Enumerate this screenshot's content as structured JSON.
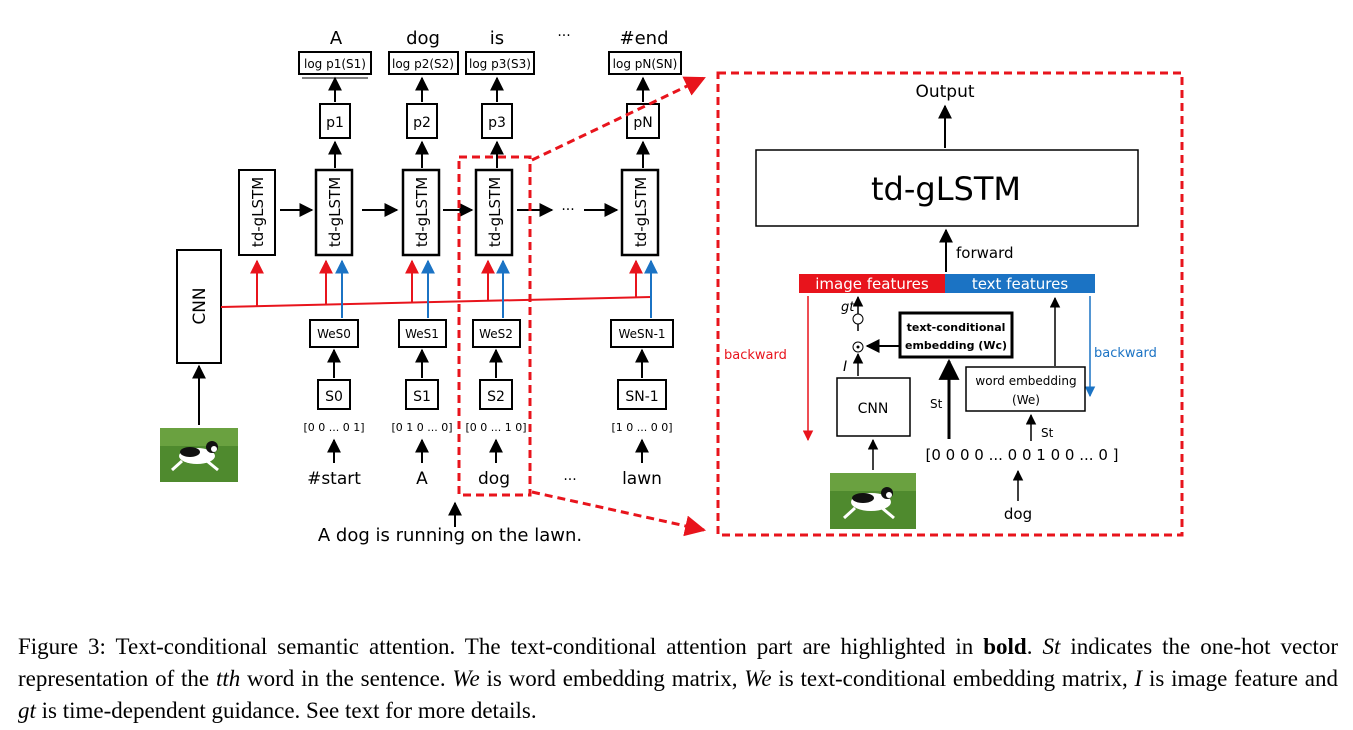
{
  "left": {
    "cnn_label": "CNN",
    "lstm_label": "td-gLSTM",
    "top_words": [
      "A",
      "dog",
      "is",
      "#end"
    ],
    "ellipsis": "···",
    "log_labels": [
      "log p1(S1)",
      "log p2(S2)",
      "log p3(S3)",
      "log pN(SN)"
    ],
    "p_labels": [
      "p1",
      "p2",
      "p3",
      "pN"
    ],
    "we_labels": [
      "WeS0",
      "WeS1",
      "WeS2",
      "WeSN-1"
    ],
    "s_labels": [
      "S0",
      "S1",
      "S2",
      "SN-1"
    ],
    "vectors": [
      "[0 0 ... 0 1]",
      "[0 1 0 ... 0]",
      "[0 0 ... 1 0]",
      "[1 0 ... 0 0]"
    ],
    "bottom_words": [
      "#start",
      "A",
      "dog",
      "lawn"
    ],
    "sentence": "A dog is running on the lawn."
  },
  "right": {
    "output": "Output",
    "lstm": "td-gLSTM",
    "forward": "forward",
    "image_features": "image features",
    "text_features": "text features",
    "backward_left": "backward",
    "backward_right": "backward",
    "gt": "gt",
    "i_label": "I",
    "tce_line1": "text-conditional",
    "tce_line2": "embedding (Wc)",
    "cnn": "CNN",
    "st": "St",
    "st2": "St",
    "we_line1": "word embedding",
    "we_line2": "(We)",
    "vector": "[0 0 0 0 ... 0 0 1 0 0 ... 0 ]",
    "word": "dog",
    "colors": {
      "red": "#e8141c",
      "blue": "#1b73c4"
    }
  },
  "caption": {
    "t1": "Figure 3: Text-conditional semantic attention. The text-conditional attention part are highlighted in ",
    "bold": "bold",
    "t2": ". ",
    "s_t": "St",
    "t3": " indicates the one-hot vector representation of the ",
    "tth": "tth",
    "t4": " word in the sentence. ",
    "we1": "We",
    "t5": " is word embedding matrix, ",
    "we2": "We",
    "t6": " is text-conditional embedding matrix, ",
    "img": "I",
    "t7": " is image feature and ",
    "gt": "gt",
    "t8": " is time-dependent guidance. See text for more details."
  }
}
